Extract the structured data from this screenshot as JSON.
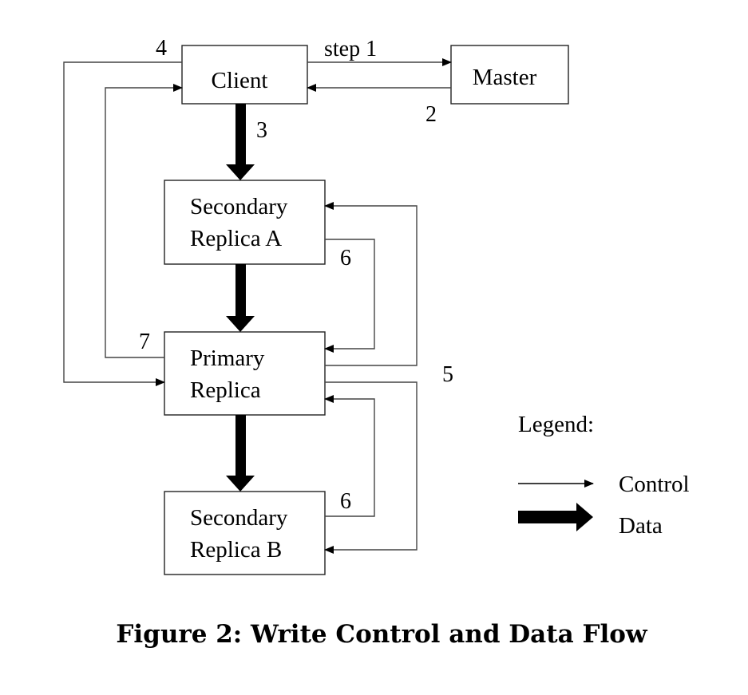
{
  "diagram": {
    "nodes": {
      "client": {
        "lines": [
          "Client"
        ]
      },
      "master": {
        "lines": [
          "Master"
        ]
      },
      "secondary_a": {
        "lines": [
          "Secondary",
          "Replica A"
        ]
      },
      "primary": {
        "lines": [
          "Primary",
          "Replica"
        ]
      },
      "secondary_b": {
        "lines": [
          "Secondary",
          "Replica B"
        ]
      }
    },
    "steps": {
      "step1": "step 1",
      "step2": "2",
      "step3": "3",
      "step4": "4",
      "step5": "5",
      "step6a": "6",
      "step6b": "6",
      "step7": "7"
    },
    "edges": [
      {
        "from": "client",
        "to": "master",
        "type": "control",
        "label": "step 1"
      },
      {
        "from": "master",
        "to": "client",
        "type": "control",
        "label": "2"
      },
      {
        "from": "client",
        "to": "secondary_a",
        "type": "data",
        "label": "3"
      },
      {
        "from": "secondary_a",
        "to": "primary",
        "type": "data",
        "label": ""
      },
      {
        "from": "primary",
        "to": "secondary_b",
        "type": "data",
        "label": ""
      },
      {
        "from": "client",
        "to": "primary",
        "type": "control",
        "label": "4"
      },
      {
        "from": "primary",
        "to": "secondary_a",
        "type": "control",
        "label": "5"
      },
      {
        "from": "primary",
        "to": "secondary_b",
        "type": "control",
        "label": "5"
      },
      {
        "from": "secondary_a",
        "to": "primary",
        "type": "control",
        "label": "6"
      },
      {
        "from": "secondary_b",
        "to": "primary",
        "type": "control",
        "label": "6"
      },
      {
        "from": "primary",
        "to": "client",
        "type": "control",
        "label": "7"
      }
    ],
    "legend": {
      "title": "Legend:",
      "control": "Control",
      "data": "Data"
    },
    "caption": "Figure 2: Write Control and Data Flow"
  }
}
